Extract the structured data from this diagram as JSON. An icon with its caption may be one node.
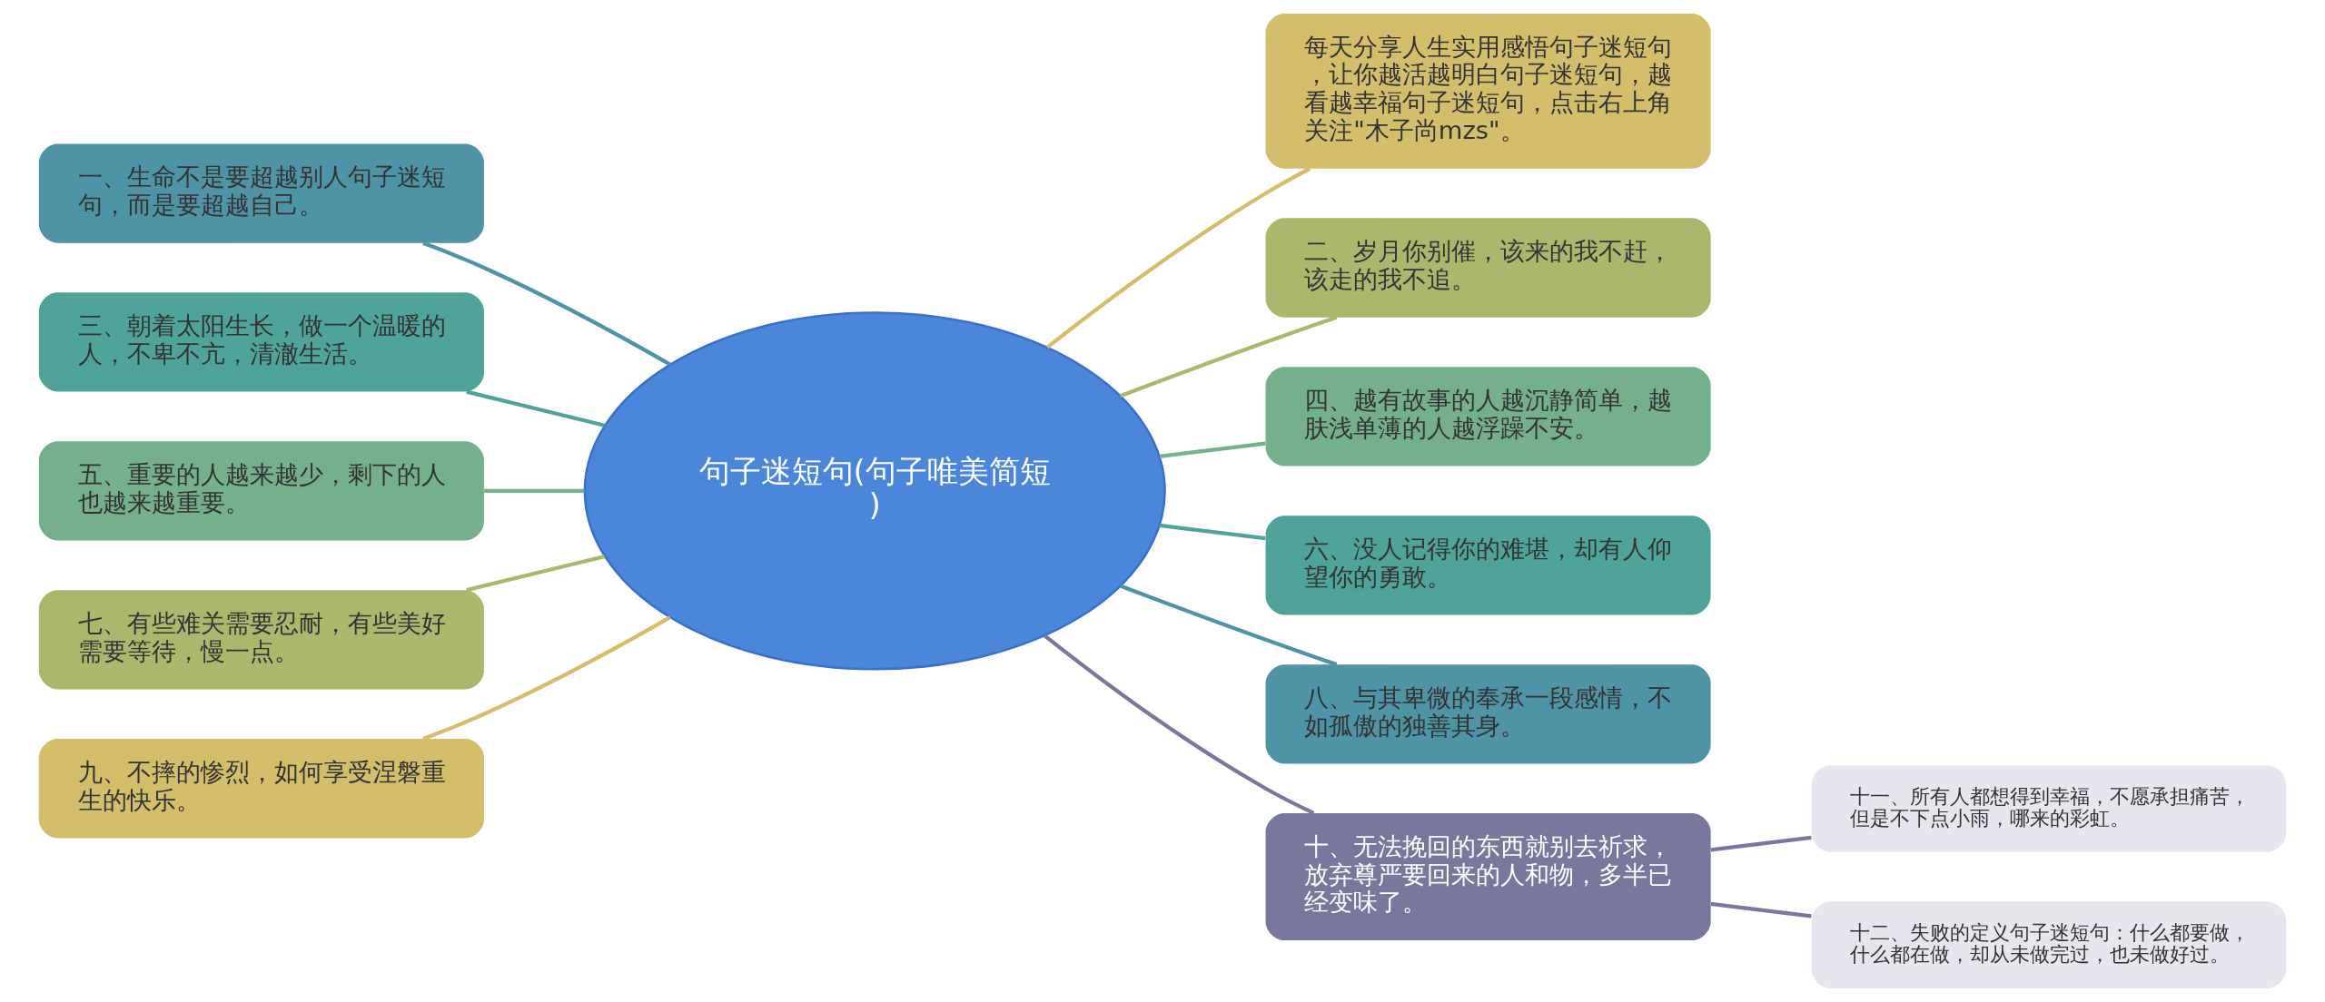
{
  "diagram": {
    "nodes": [
      {
        "text": [
          "句子迷短句(句子唯美简短)"
        ]
      },
      {
        "text": [
          "每天分享人生实用感悟句子迷短句，让你越活越明白句子迷短句，越看越幸福句子迷短句，点击右上角关注\"木子尚mzs\"。"
        ]
      },
      {
        "text": [
          "一、生命不是要超越别人句子迷短句，而是要超越自己。"
        ]
      },
      {
        "text": [
          "二、岁月你别催，该来的我不赶，该走的我不追。"
        ]
      },
      {
        "text": [
          "三、朝着太阳生长，做一个温暖的人，不卑不亢，清澈生活。"
        ]
      },
      {
        "text": [
          "四、越有故事的人越沉静简单，越肤浅单薄的人越浮躁不安。"
        ]
      },
      {
        "text": [
          "五、重要的人越来越少，剩下的人也越来越重要。"
        ]
      },
      {
        "text": [
          "六、没人记得你的难堪，却有人仰望你的勇敢。"
        ]
      },
      {
        "text": [
          "七、有些难关需要忍耐，有些美好需要等待，慢一点。"
        ]
      },
      {
        "text": [
          "八、与其卑微的奉承一段感情，不如孤傲的独善其身。"
        ]
      },
      {
        "text": [
          "九、不摔的惨烈，如何享受涅磐重生的快乐。"
        ]
      },
      {
        "text": [
          "十、无法挽回的东西就别去祈求，放弃尊严要回来的人和物，多半已经变味了。"
        ]
      },
      {
        "text": [
          "十一、所有人都想得到幸福，不愿承担痛苦，但是不下点小雨，哪来的彩虹。"
        ]
      },
      {
        "text": [
          "十二、失败的定义句子迷短句：什么都要做，什么都在做，却从未做完过，也未做好过。"
        ]
      }
    ],
    "edges": [
      {
        "from": 0,
        "to": 1,
        "arrow": "none",
        "color": "#d4bd6b"
      },
      {
        "from": 0,
        "to": 2,
        "arrow": "none",
        "color": "#4f93a6"
      },
      {
        "from": 0,
        "to": 3,
        "arrow": "none",
        "color": "#a9b86c"
      },
      {
        "from": 0,
        "to": 4,
        "arrow": "none",
        "color": "#50a39a"
      },
      {
        "from": 0,
        "to": 5,
        "arrow": "none",
        "color": "#73b08b"
      },
      {
        "from": 0,
        "to": 6,
        "arrow": "none",
        "color": "#73b08b"
      },
      {
        "from": 0,
        "to": 7,
        "arrow": "none",
        "color": "#50a39a"
      },
      {
        "from": 0,
        "to": 8,
        "arrow": "none",
        "color": "#a9b86c"
      },
      {
        "from": 0,
        "to": 9,
        "arrow": "none",
        "color": "#4f93a6"
      },
      {
        "from": 0,
        "to": 10,
        "arrow": "none",
        "color": "#d4bd6b"
      },
      {
        "from": 0,
        "to": 11,
        "arrow": "none",
        "color": "#78789e"
      },
      {
        "from": 11,
        "to": 12,
        "arrow": "none",
        "color": "#78789e"
      },
      {
        "from": 11,
        "to": 13,
        "arrow": "none",
        "color": "#78789e"
      }
    ]
  }
}
